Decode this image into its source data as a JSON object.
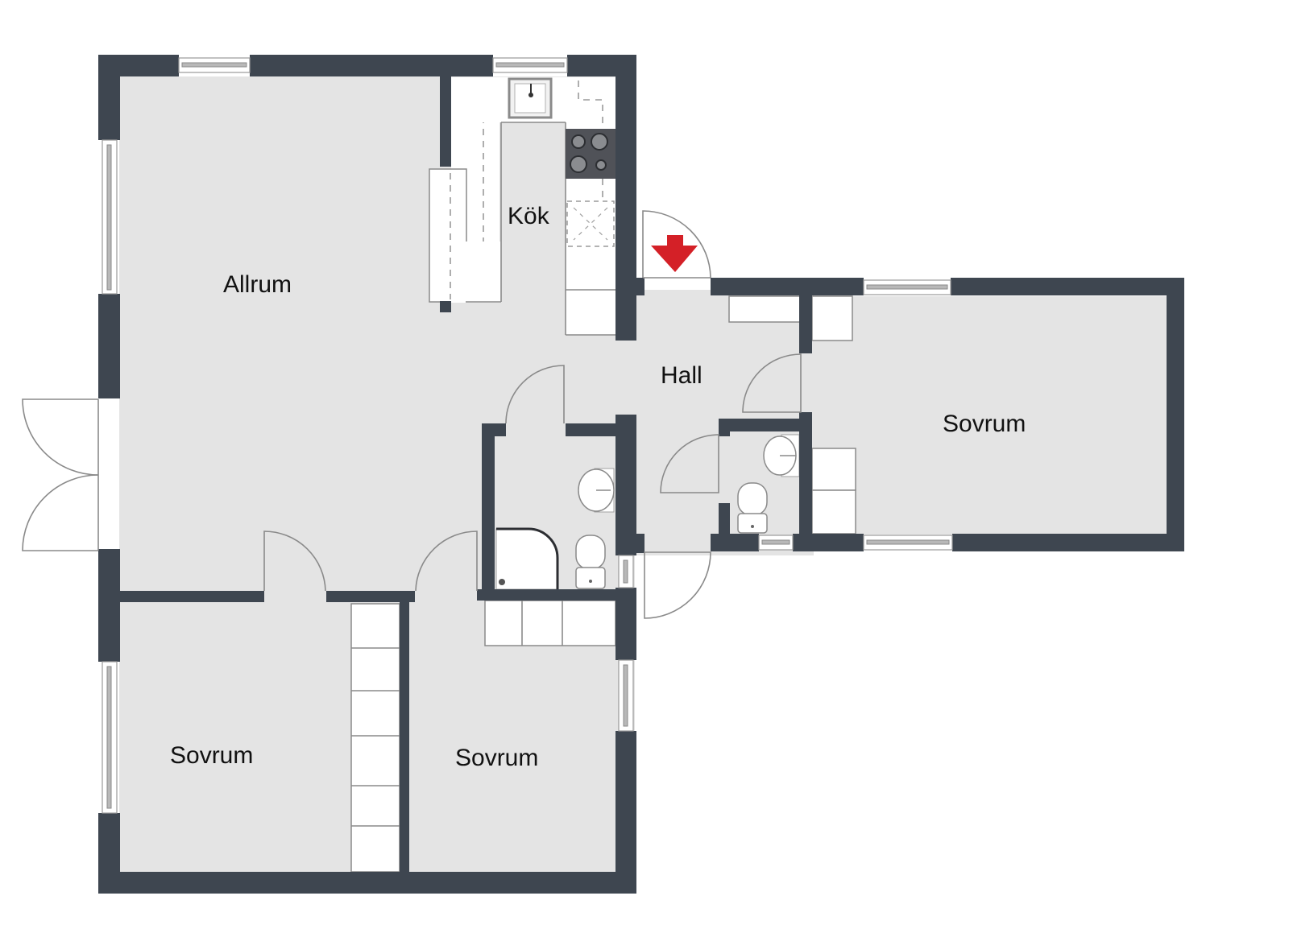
{
  "floorplan": {
    "colors": {
      "wall": "#3e4650",
      "floor": "#e4e4e4",
      "fixture": "#ffffff",
      "entrance_arrow": "#d42027"
    },
    "rooms": [
      {
        "id": "allrum",
        "label": "Allrum"
      },
      {
        "id": "kok",
        "label": "Kök"
      },
      {
        "id": "hall",
        "label": "Hall"
      },
      {
        "id": "sovrum_east",
        "label": "Sovrum"
      },
      {
        "id": "sovrum_sw",
        "label": "Sovrum"
      },
      {
        "id": "sovrum_s",
        "label": "Sovrum"
      }
    ],
    "symbols": {
      "entrance": "entrance-arrow-icon",
      "sink": "sink-icon",
      "stove": "stove-icon",
      "dishwasher": "dishwasher-icon",
      "washbasin": "washbasin-icon",
      "toilet": "toilet-icon",
      "shower": "shower-icon",
      "window": "window-icon",
      "door": "door-swing-icon"
    }
  }
}
